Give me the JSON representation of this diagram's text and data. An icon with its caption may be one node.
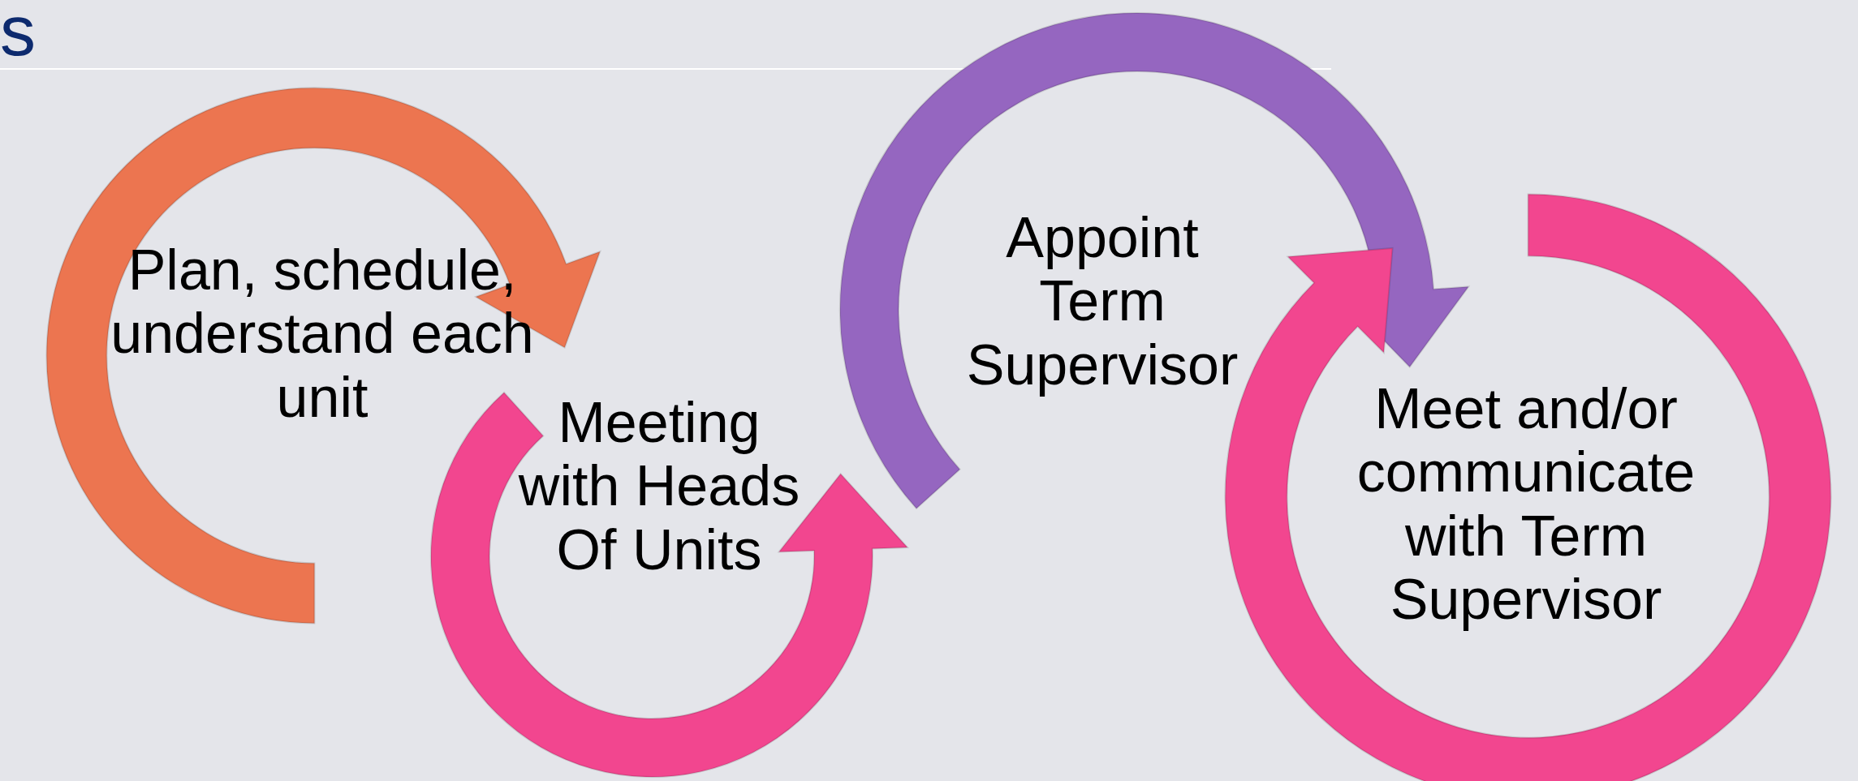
{
  "diagram": {
    "nodes": [
      {
        "text": [
          "Plan, schedule, understand each unit"
        ]
      },
      {
        "text": [
          "Meeting with Heads Of Units"
        ]
      },
      {
        "text": [
          "Appoint Term Supervisor"
        ]
      },
      {
        "text": [
          "Meet and/or communicate with Term Supervisor"
        ]
      }
    ],
    "edges": [
      {
        "from": 0,
        "to": 2,
        "arrow": "to"
      },
      {
        "from": 1,
        "to": 3,
        "arrow": "to"
      }
    ],
    "labels": [
      "s"
    ]
  }
}
